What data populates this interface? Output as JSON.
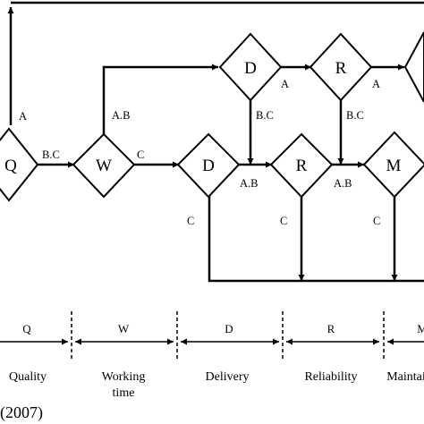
{
  "nodes": {
    "q": "Q",
    "w": "W",
    "d_top": "D",
    "r_top": "R",
    "d": "D",
    "r": "R",
    "m": "M"
  },
  "edge_labels": {
    "q_up": "A",
    "q_w": "B.C",
    "w_up": "A.B",
    "w_d": "C",
    "d_top_right": "A",
    "d_top_down": "B.C",
    "r_top_right": "A",
    "r_top_down": "B.C",
    "d_r": "A.B",
    "r_m": "A.B",
    "d_down": "C",
    "r_down": "C",
    "m_down": "C"
  },
  "stage_bar": [
    {
      "letter": "Q",
      "label": "Quality"
    },
    {
      "letter": "W",
      "label": "Working time"
    },
    {
      "letter": "D",
      "label": "Delivery"
    },
    {
      "letter": "R",
      "label": "Reliability"
    },
    {
      "letter": "M",
      "label": "Maintai"
    }
  ],
  "stage_bar_working_l1": "Working",
  "stage_bar_working_l2": "time",
  "citation": "(2007)"
}
